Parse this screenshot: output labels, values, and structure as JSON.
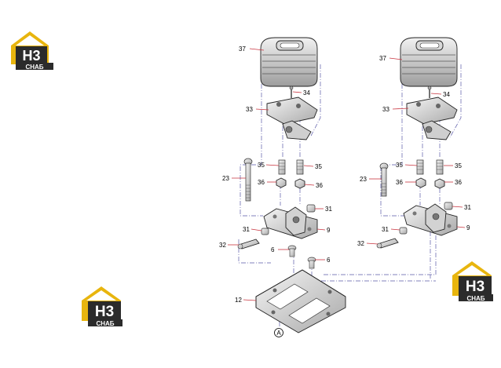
{
  "logos": [
    {
      "id": "logo-top-left",
      "text_top": "H3",
      "text_bottom": "СНАБ"
    },
    {
      "id": "logo-bottom-left",
      "text_top": "H3",
      "text_bottom": "СНАБ"
    },
    {
      "id": "logo-right",
      "text_top": "H3",
      "text_bottom": "СНАБ"
    }
  ],
  "colors": {
    "logo_roof": "#e8b50e",
    "logo_dark": "#2b2b2b",
    "leader_line": "#c8343f",
    "phantom_line": "#5a5aa8",
    "part_fill": "#e9e9e9",
    "part_shade": "#bdbdbd"
  },
  "callouts": {
    "left": {
      "c37": "37",
      "c34": "34",
      "c33": "33",
      "c35a": "35",
      "c35b": "35",
      "c23": "23",
      "c36a": "36",
      "c36b": "36",
      "c31a": "31",
      "c31b": "31",
      "c9": "9",
      "c32": "32",
      "c6a": "6",
      "c6b": "6",
      "c12": "12"
    },
    "right": {
      "c37": "37",
      "c34": "34",
      "c33": "33",
      "c35a": "35",
      "c35b": "35",
      "c23": "23",
      "c36a": "36",
      "c36b": "36",
      "c31a": "31",
      "c31b": "31",
      "c9": "9",
      "c32": "32"
    }
  },
  "view_marker": "A"
}
